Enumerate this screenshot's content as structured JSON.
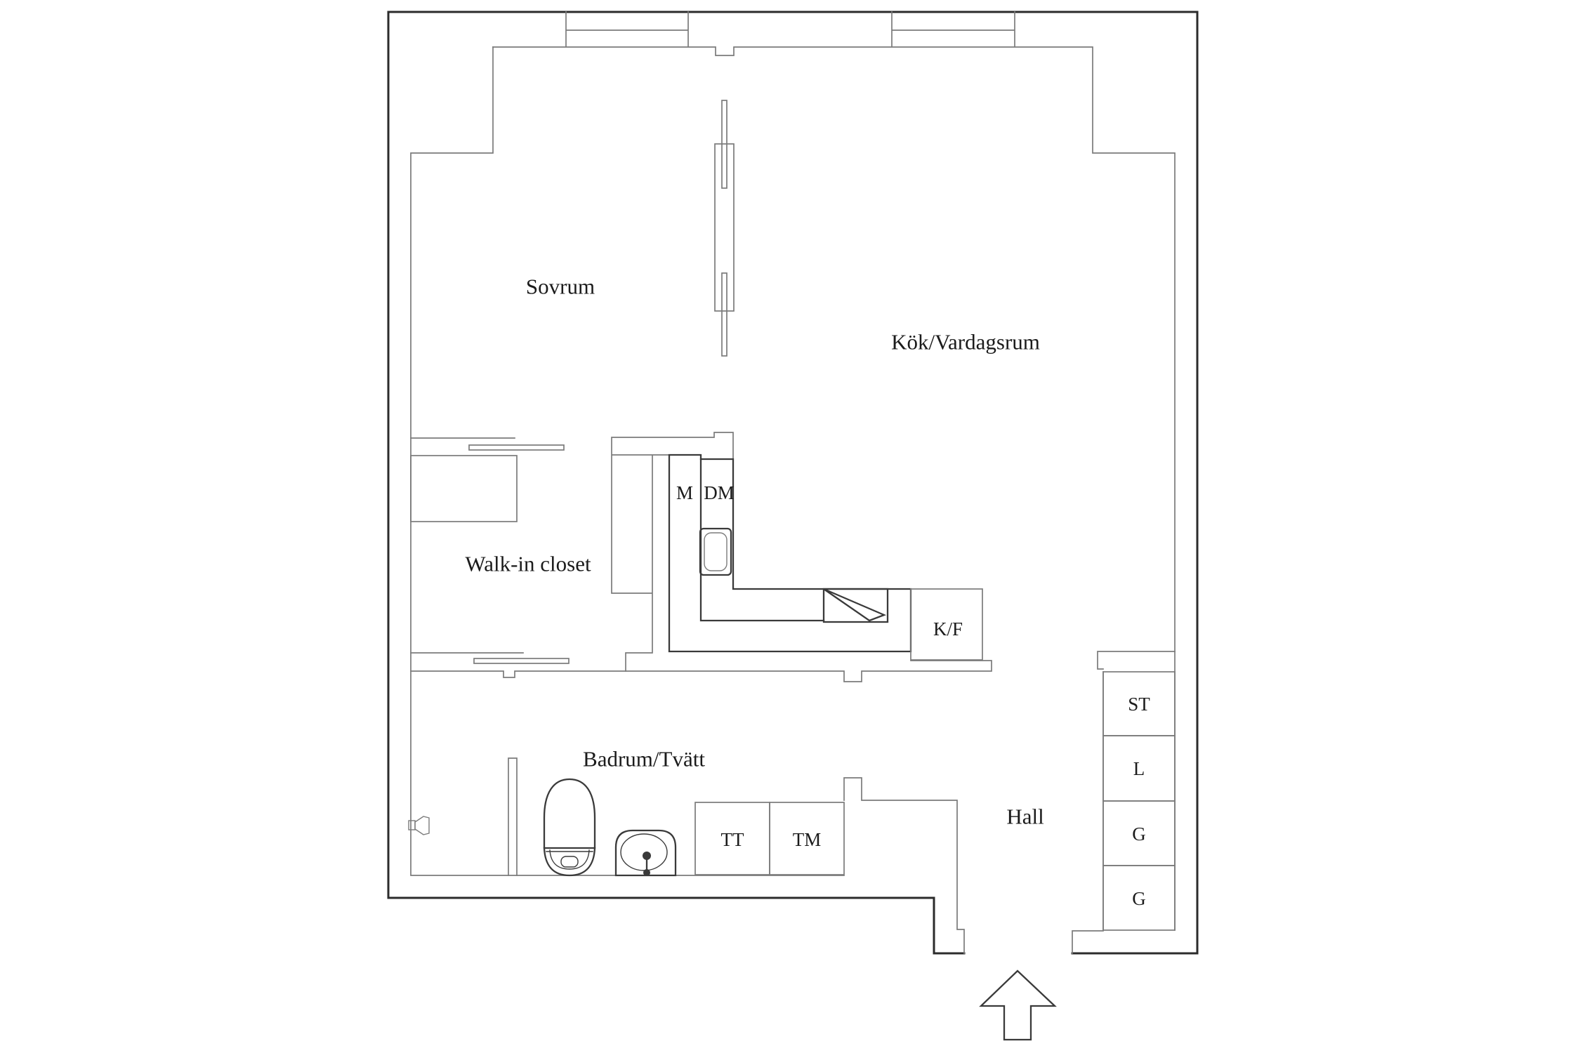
{
  "rooms": [
    {
      "id": "sovrum",
      "label": "Sovrum"
    },
    {
      "id": "kok-vardagsrum",
      "label": "Kök/Vardagsrum"
    },
    {
      "id": "walk-in-closet",
      "label": "Walk-in closet"
    },
    {
      "id": "badrum-tvatt",
      "label": "Badrum/Tvätt"
    },
    {
      "id": "hall",
      "label": "Hall"
    }
  ],
  "appliances": [
    {
      "id": "m",
      "label": "M"
    },
    {
      "id": "dm",
      "label": "DM"
    },
    {
      "id": "kf",
      "label": "K/F"
    },
    {
      "id": "tt",
      "label": "TT"
    },
    {
      "id": "tm",
      "label": "TM"
    }
  ],
  "storage": [
    {
      "id": "st",
      "label": "ST"
    },
    {
      "id": "l",
      "label": "L"
    },
    {
      "id": "g1",
      "label": "G"
    },
    {
      "id": "g2",
      "label": "G"
    }
  ],
  "symbols": [
    "window",
    "sliding-door",
    "door-leaf",
    "entrance-arrow",
    "toilet",
    "bathroom-sink",
    "kitchen-sink",
    "stove",
    "shower-mixer",
    "wardrobe"
  ],
  "colors": {
    "background": "#ffffff",
    "exterior_wall": "#2b2b2b",
    "interior_wall": "#7b7b7b",
    "fixture": "#3a3a3a",
    "text": "#1b1b1b"
  }
}
